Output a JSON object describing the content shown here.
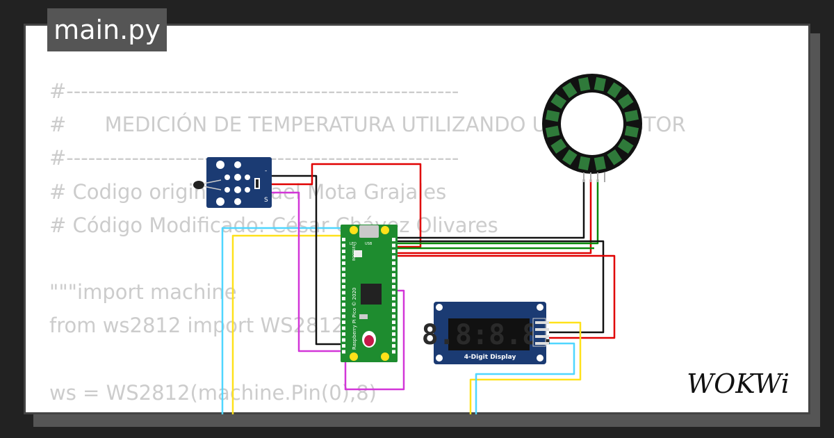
{
  "file_tab": {
    "label": "main.py"
  },
  "code_lines": [
    "#------------------------------------------------------",
    "#      MEDICIÓN DE TEMPERATURA UTILIZANDO UN TERMISTOR",
    "#------------------------------------------------------",
    "# Codigo original: Rafael Mota Grajales",
    "# Código Modificado: César Chávez Olivares",
    "",
    "\"\"\"import machine",
    "from ws2812 import WS2812",
    "",
    "ws = WS2812(machine.Pin(0),8)"
  ],
  "components": {
    "pico": {
      "label": "Raspberry Pi Pico © 2020",
      "usb": "USB",
      "led": "LED",
      "bootsel": "BOOTSEL"
    },
    "display": {
      "label": "4-Digit Display",
      "digits": "8.8:8.8."
    },
    "sensor": {
      "label": "S",
      "pin_minus": "-"
    },
    "ring": {
      "led_count": 16
    }
  },
  "branding": {
    "logo": "WOKWi"
  },
  "colors": {
    "wire_red": "#e00000",
    "wire_black": "#111111",
    "wire_green": "#0a8a0a",
    "wire_cyan": "#4fd6ff",
    "wire_yellow": "#ffe11a",
    "wire_magenta": "#d236d8",
    "pcb_green": "#1e8c2f",
    "pcb_blue": "#1b3b73"
  }
}
